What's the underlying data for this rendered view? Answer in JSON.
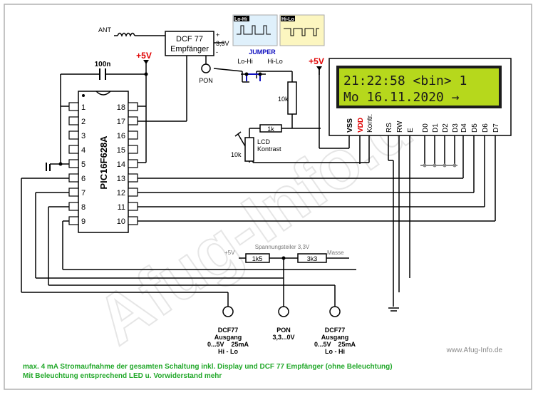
{
  "watermark": "Afug-Info.de",
  "credit": "www.Afug-Info.de",
  "antenna_label": "ANT",
  "receiver": {
    "line1": "DCF 77",
    "line2": "Empfänger",
    "plus": "+",
    "minus": "-",
    "voltage": "3,3V"
  },
  "pon_top_label": "PON",
  "jumper": {
    "title": "JUMPER",
    "left": "Lo-Hi",
    "right": "Hi-Lo",
    "inset_left": "Lo-Hi",
    "inset_right": "Hi-Lo"
  },
  "supply": {
    "plus5_left": "+5V",
    "plus5_right": "+5V"
  },
  "capacitor": "100n",
  "pic": {
    "name": "PIC16F628A",
    "pins_left": [
      "1",
      "2",
      "3",
      "4",
      "5",
      "6",
      "7",
      "8",
      "9"
    ],
    "pins_right": [
      "18",
      "17",
      "16",
      "15",
      "14",
      "13",
      "12",
      "11",
      "10"
    ]
  },
  "lcd": {
    "line1": "21:22:58 <bin> 1",
    "line2": "Mo 16.11.2020 →"
  },
  "lcd_pins": [
    "VSS",
    "VDD",
    "Kontr.",
    "RS",
    "RW",
    "E",
    "D0",
    "D1",
    "D2",
    "D3",
    "D4",
    "D5",
    "D6",
    "D7"
  ],
  "resistors": {
    "r_10k_top": "10k",
    "r_1k": "1k",
    "pot": "10k",
    "pot_caption_1": "LCD",
    "pot_caption_2": "Kontrast",
    "divider_1": "1k5",
    "divider_2": "3k3"
  },
  "divider": {
    "title": "Spannungsteiler 3,3V",
    "left": "+5V",
    "right": "Masse"
  },
  "outputs": [
    {
      "l1": "DCF77",
      "l2": "Ausgang",
      "l3": "0...5V    25mA",
      "l4": "Hi - Lo"
    },
    {
      "l1": "PON",
      "l2": "3,3...0V",
      "l3": "",
      "l4": ""
    },
    {
      "l1": "DCF77",
      "l2": "Ausgang",
      "l3": "0...5V    25mA",
      "l4": "Lo - Hi"
    }
  ],
  "footer": {
    "line1": "max. 4 mA Stromaufnahme der gesamten Schaltung inkl. Display und DCF 77 Empfänger  (ohne Beleuchtung)",
    "line2": "Mit Beleuchtung entsprechend LED u. Vorwiderstand mehr"
  },
  "colors": {
    "accent_red": "#e00000",
    "jumper_blue": "#1010c0",
    "lcd_bg": "#b6d81c",
    "footer_green": "#22a82a",
    "wire": "#000000"
  }
}
